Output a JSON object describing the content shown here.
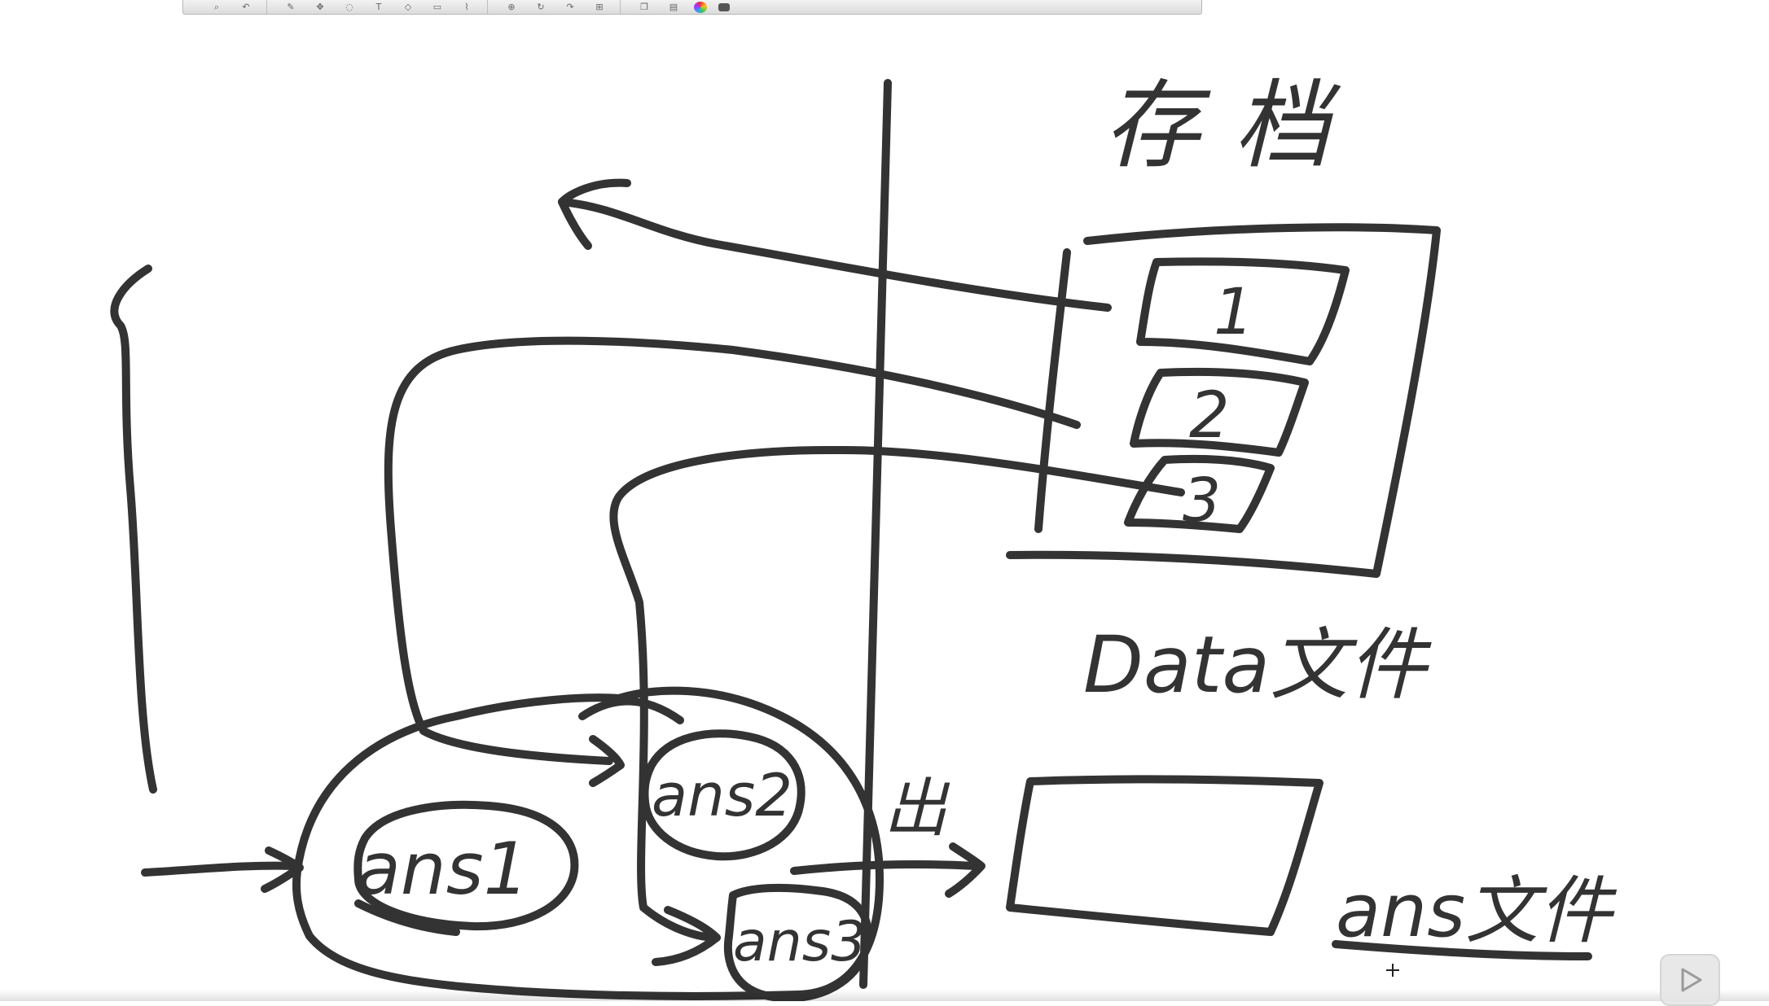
{
  "labels": {
    "main_file_title": "存档",
    "box_numbers": [
      "1",
      "2",
      "3"
    ],
    "data_file_label": "Data文件",
    "ans_file_label": "ans文件",
    "out_label": "出",
    "ans_nodes": [
      "ans1",
      "ans2",
      "ans3"
    ]
  },
  "toolbar": {
    "icons": [
      "zoom-icon",
      "undo-icon",
      "pen-icon",
      "move-icon",
      "lasso-icon",
      "text-icon",
      "shape-icon",
      "eraser-icon",
      "highlighter-icon",
      "select-icon",
      "rotate-icon",
      "redo-icon",
      "grid-icon",
      "copy-icon",
      "paste-icon",
      "color-icon",
      "layers-icon"
    ]
  },
  "colors": {
    "ink": "#333333",
    "background": "#ffffff"
  }
}
